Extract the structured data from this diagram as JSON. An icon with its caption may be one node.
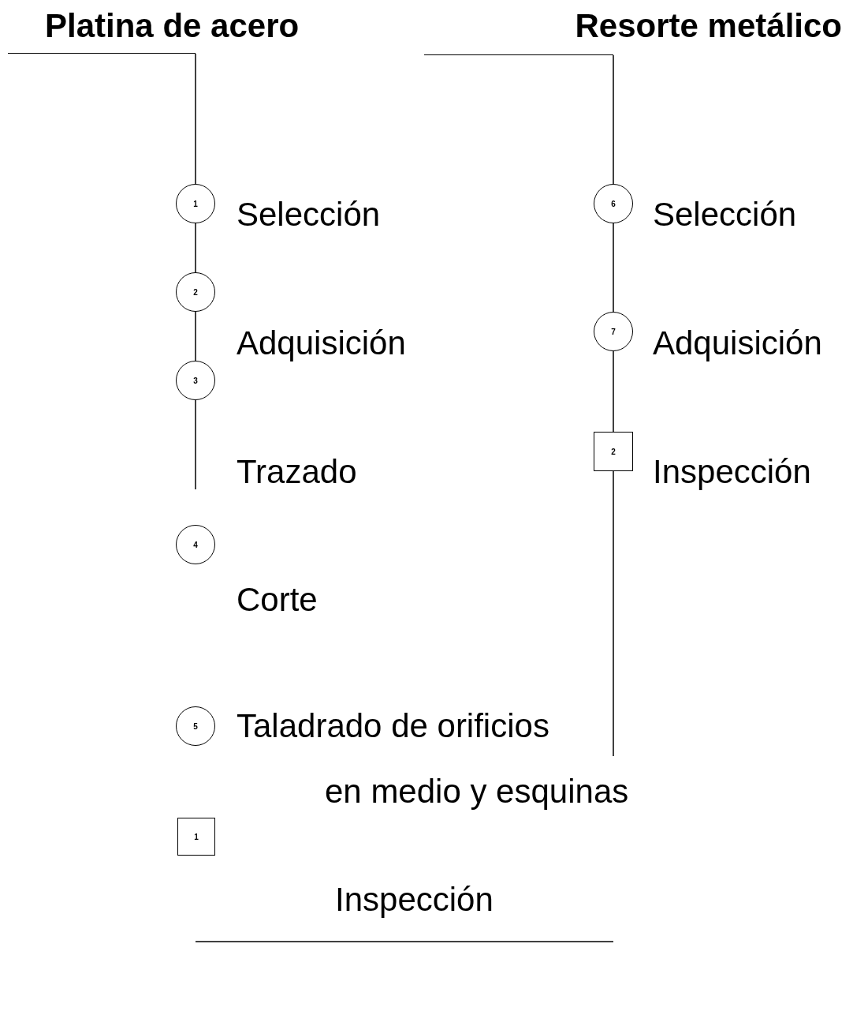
{
  "diagram": {
    "nodes": [
      {
        "text": [
          "Platina de acero"
        ]
      },
      {
        "text": [
          "1"
        ],
        "beside": [
          "Selección"
        ]
      },
      {
        "text": [
          "2"
        ],
        "beside": [
          "Adquisición"
        ]
      },
      {
        "text": [
          "3"
        ],
        "beside": [
          "Trazado"
        ]
      },
      {
        "text": [
          "4"
        ],
        "beside": [
          "Corte"
        ]
      },
      {
        "text": [
          "5"
        ],
        "beside": [
          "Taladrado de orificios"
        ]
      },
      {
        "text": [
          "1"
        ]
      },
      {
        "text": [
          "Resorte metálico"
        ]
      },
      {
        "text": [
          "6"
        ],
        "beside": [
          "Selección"
        ]
      },
      {
        "text": [
          "7"
        ],
        "beside": [
          "Adquisición"
        ]
      },
      {
        "text": [
          "2"
        ],
        "beside": [
          "Inspección"
        ]
      }
    ],
    "edges": [
      {
        "from": 0,
        "to": 1,
        "arrow": "none"
      },
      {
        "from": 1,
        "to": 2,
        "arrow": "none"
      },
      {
        "from": 2,
        "to": 3,
        "arrow": "none"
      },
      {
        "from": 3,
        "to": null,
        "arrow": "none"
      },
      {
        "from": 7,
        "to": 8,
        "arrow": "none"
      },
      {
        "from": 8,
        "to": 9,
        "arrow": "none"
      },
      {
        "from": 9,
        "to": 10,
        "arrow": "none"
      },
      {
        "from": 10,
        "to": null,
        "arrow": "none"
      }
    ],
    "labels": [
      "en medio y esquinas",
      "Inspección"
    ]
  }
}
